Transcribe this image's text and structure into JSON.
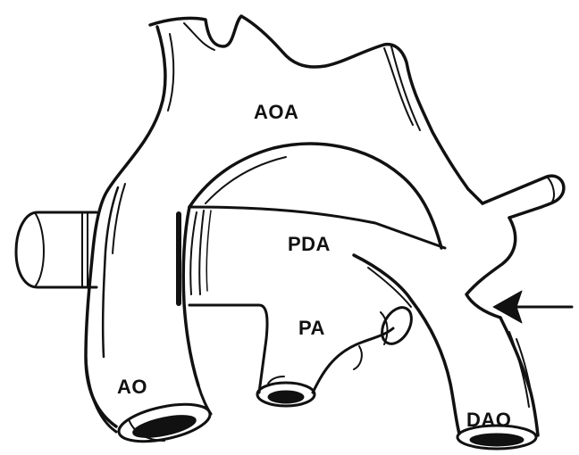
{
  "labels": {
    "aoa": "AOA",
    "pda": "PDA",
    "pa": "PA",
    "ao": "AO",
    "dao": "DAO"
  },
  "style": {
    "ink": "#111111",
    "paper": "#ffffff"
  }
}
